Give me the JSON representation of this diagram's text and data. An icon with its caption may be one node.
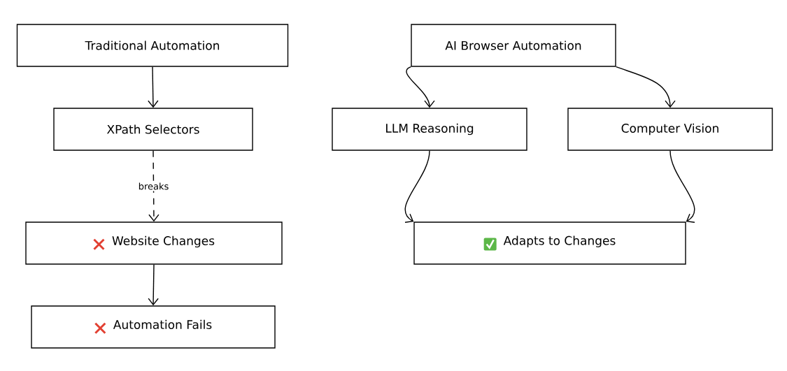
{
  "diagram": {
    "nodes": [
      {
        "text": [
          "Traditional Automation"
        ]
      },
      {
        "text": [
          "XPath Selectors"
        ]
      },
      {
        "text": [
          "Website Changes"
        ]
      },
      {
        "text": [
          "Automation Fails"
        ]
      },
      {
        "text": [
          "AI Browser Automation"
        ]
      },
      {
        "text": [
          "LLM Reasoning"
        ]
      },
      {
        "text": [
          "Computer Vision"
        ]
      },
      {
        "text": [
          "Adapts to Changes"
        ]
      }
    ],
    "edges": [
      {
        "from": 0,
        "to": 1,
        "arrow": "to"
      },
      {
        "from": 1,
        "to": 2,
        "arrow": "to",
        "style": "dashed",
        "label": "breaks"
      },
      {
        "from": 2,
        "to": 3,
        "arrow": "to"
      },
      {
        "from": 4,
        "to": 5,
        "arrow": "to"
      },
      {
        "from": 4,
        "to": 6,
        "arrow": "to"
      },
      {
        "from": 5,
        "to": 7,
        "arrow": "to"
      },
      {
        "from": 6,
        "to": 7,
        "arrow": "to"
      }
    ]
  }
}
